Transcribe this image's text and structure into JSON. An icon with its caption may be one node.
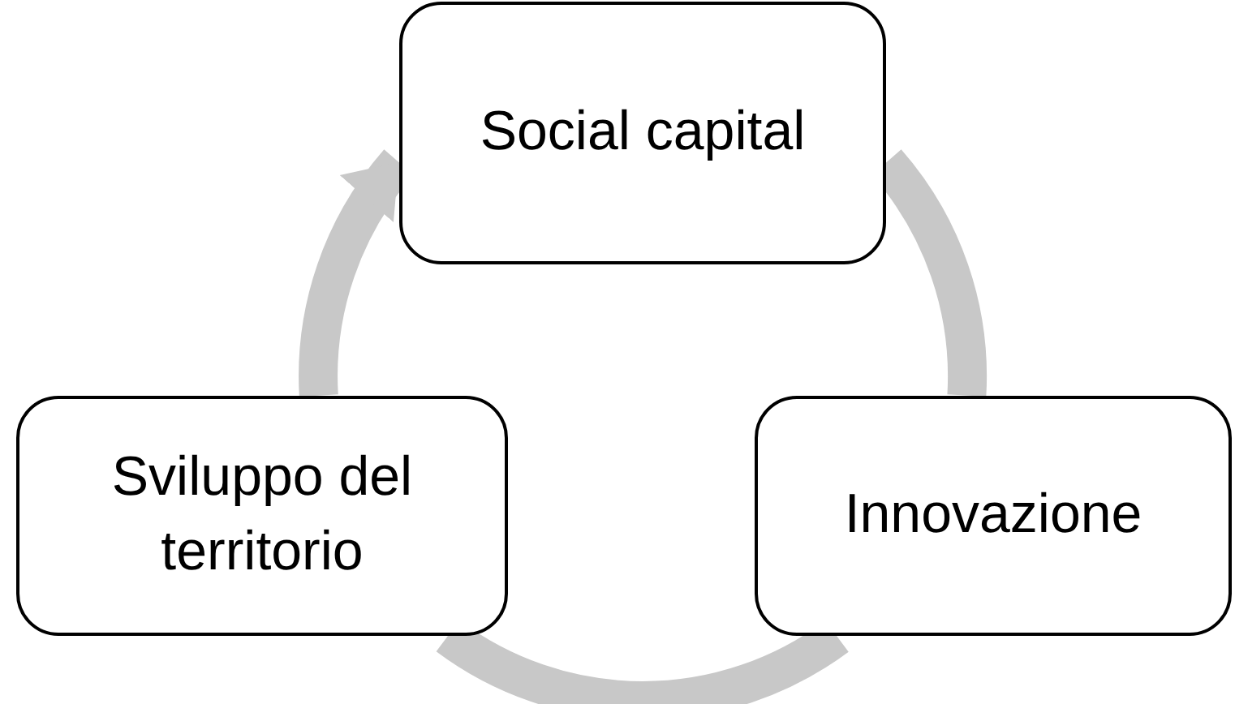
{
  "diagram": {
    "nodes": [
      {
        "text": [
          "Social capital"
        ]
      },
      {
        "text": [
          "Innovazione"
        ]
      },
      {
        "text": [
          "Sviluppo del territorio"
        ]
      }
    ],
    "edges": [
      {
        "from": 0,
        "to": 1,
        "arrow": "none"
      },
      {
        "from": 1,
        "to": 2,
        "arrow": "none"
      },
      {
        "from": 2,
        "to": 0,
        "arrow": "to"
      }
    ]
  }
}
